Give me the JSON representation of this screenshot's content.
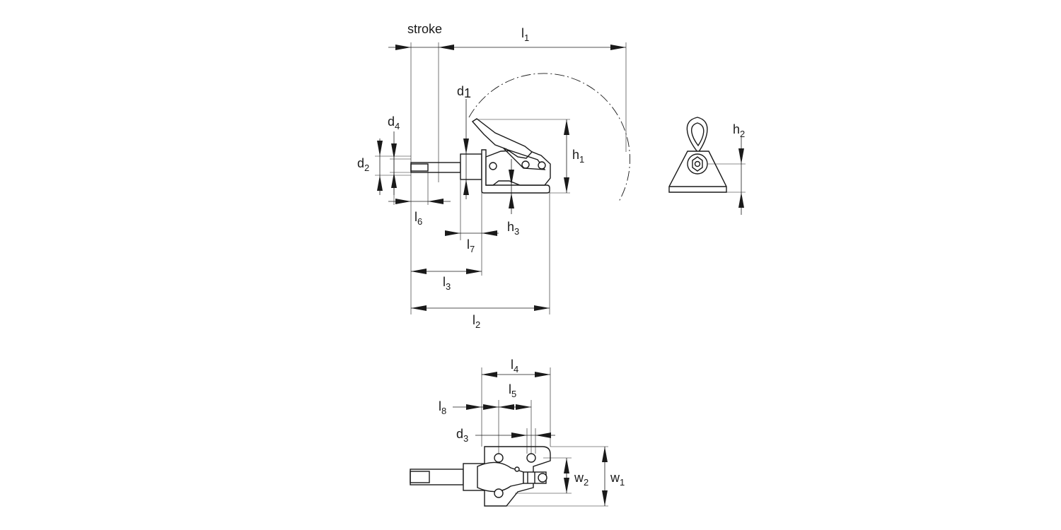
{
  "labels": {
    "stroke": "stroke",
    "l1": {
      "base": "l",
      "sub": "1"
    },
    "l2": {
      "base": "l",
      "sub": "2"
    },
    "l3": {
      "base": "l",
      "sub": "3"
    },
    "l4": {
      "base": "l",
      "sub": "4"
    },
    "l5": {
      "base": "l",
      "sub": "5"
    },
    "l6": {
      "base": "l",
      "sub": "6"
    },
    "l7": {
      "base": "l",
      "sub": "7"
    },
    "l8": {
      "base": "l",
      "sub": "8"
    },
    "d1": {
      "base": "d",
      "sub": "1"
    },
    "d2": {
      "base": "d",
      "sub": "2"
    },
    "d3": {
      "base": "d",
      "sub": "3"
    },
    "d4": {
      "base": "d",
      "sub": "4"
    },
    "h1": {
      "base": "h",
      "sub": "1"
    },
    "h2": {
      "base": "h",
      "sub": "2"
    },
    "h3": {
      "base": "h",
      "sub": "3"
    },
    "w1": {
      "base": "w",
      "sub": "1"
    },
    "w2": {
      "base": "w",
      "sub": "2"
    }
  }
}
